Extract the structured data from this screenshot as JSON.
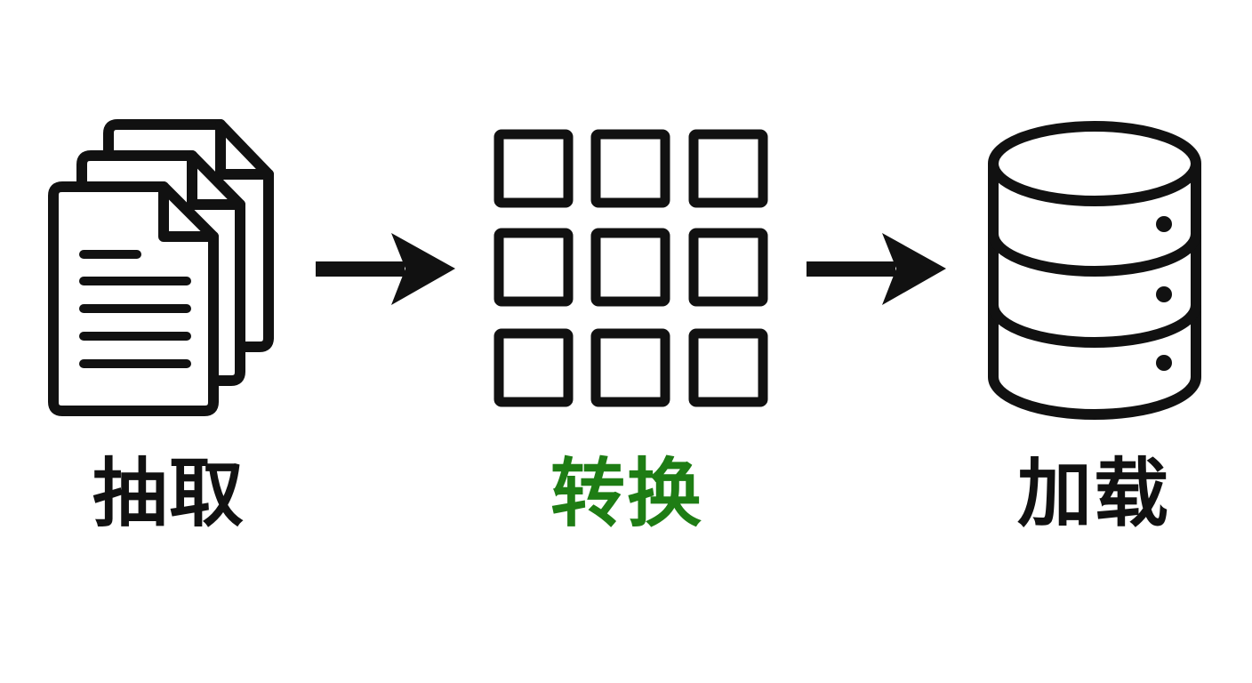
{
  "steps": [
    {
      "id": "extract",
      "label": "抽取",
      "icon": "documents-icon",
      "color": "#111111"
    },
    {
      "id": "transform",
      "label": "转换",
      "icon": "grid-icon",
      "color": "#1e7d14"
    },
    {
      "id": "load",
      "label": "加载",
      "icon": "database-icon",
      "color": "#111111"
    }
  ],
  "connectors": [
    "arrow-right-icon",
    "arrow-right-icon"
  ],
  "colors": {
    "stroke": "#111111",
    "highlight": "#1e7d14",
    "background": "#ffffff"
  }
}
